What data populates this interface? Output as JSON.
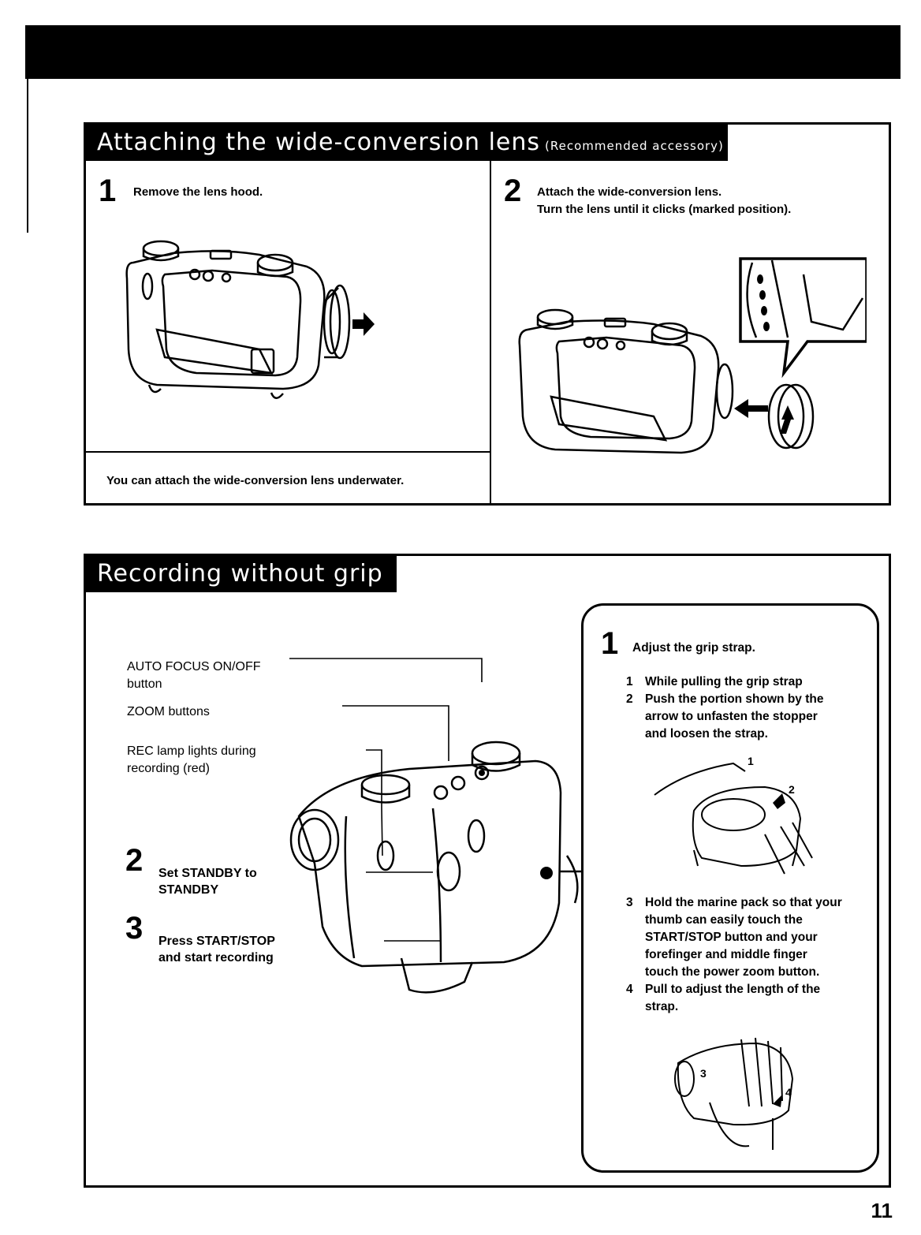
{
  "section1": {
    "title": "Attaching the wide-conversion lens",
    "subtitle": "(Recommended accessory)",
    "step1": {
      "num": "1",
      "text": "Remove the lens hood."
    },
    "step2": {
      "num": "2",
      "line1": "Attach the wide-conversion lens.",
      "line2": "Turn the lens until it clicks (marked position)."
    },
    "note": "You can attach the wide-conversion lens underwater."
  },
  "section2": {
    "title": "Recording without grip",
    "callouts": {
      "af_line1": "AUTO FOCUS ON/OFF",
      "af_line2": "button",
      "zoom": "ZOOM buttons",
      "rec_line1": "REC lamp lights during",
      "rec_line2": "recording (red)"
    },
    "step2": {
      "num": "2",
      "line1": "Set STANDBY to",
      "line2": "STANDBY"
    },
    "step3": {
      "num": "3",
      "line1": "Press START/STOP",
      "line2": "and start recording"
    },
    "panel": {
      "num": "1",
      "title": "Adjust the grip strap.",
      "items": [
        {
          "n": "1",
          "text": "While pulling the grip strap"
        },
        {
          "n": "2",
          "text": "Push the portion shown by the arrow to unfasten the stopper and loosen the strap."
        },
        {
          "n": "3",
          "text": "Hold the marine pack so that your thumb can easily touch the START/STOP button and your forefinger and middle finger touch the power zoom button."
        },
        {
          "n": "4",
          "text": "Pull to adjust the length of the strap."
        }
      ],
      "fig_labels": {
        "a": "1",
        "b": "2",
        "c": "3",
        "d": "4"
      }
    }
  },
  "page_number": "11"
}
